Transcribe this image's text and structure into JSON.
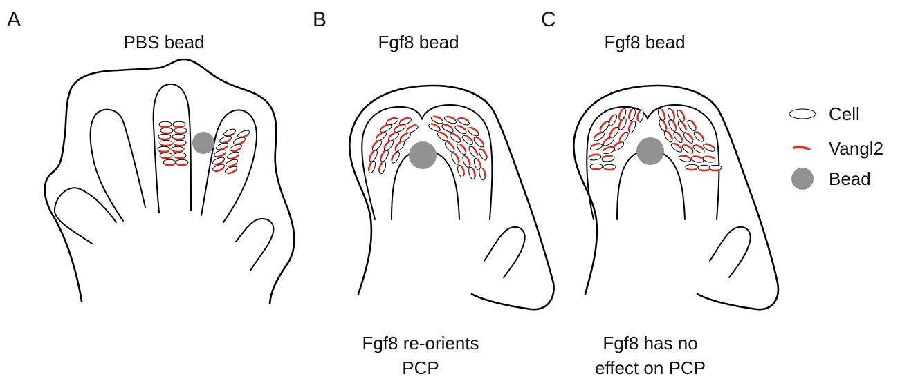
{
  "panels": [
    {
      "letter": "A",
      "title": "PBS bead",
      "caption_lines": []
    },
    {
      "letter": "B",
      "title": "Fgf8 bead",
      "caption_lines": [
        "Fgf8 re-orients",
        "PCP"
      ]
    },
    {
      "letter": "C",
      "title": "Fgf8 bead",
      "caption_lines": [
        "Fgf8 has no",
        "effect on PCP"
      ]
    }
  ],
  "legend": {
    "cell_label": "Cell",
    "vangl2_label": "Vangl2",
    "bead_label": "Bead"
  },
  "colors": {
    "vangl2": "#e02a1a",
    "bead": "#929292",
    "outline": "#000000"
  }
}
